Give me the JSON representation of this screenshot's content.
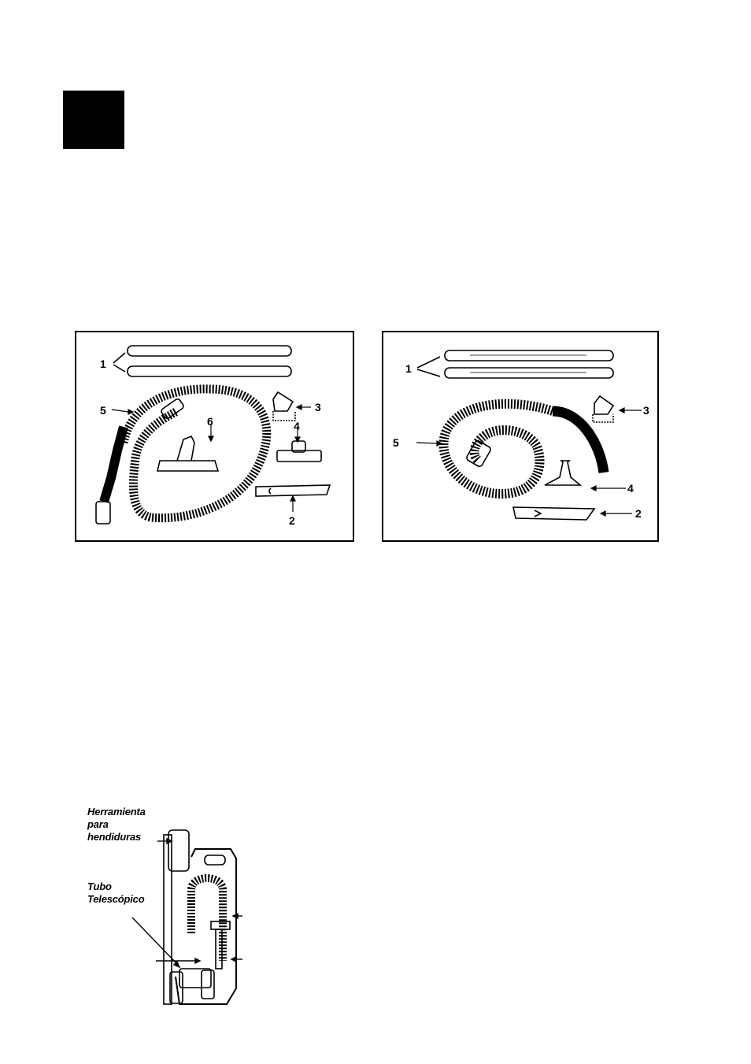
{
  "left_diagram": {
    "callouts": {
      "wands": "1",
      "crevice_tool": "2",
      "dusting_brush": "3",
      "upholstery_tool": "4",
      "hose": "5",
      "floor_tool": "6"
    }
  },
  "right_diagram": {
    "callouts": {
      "wands": "1",
      "crevice_tool": "2",
      "dusting_brush": "3",
      "upholstery_tool": "4",
      "hose": "5"
    }
  },
  "storage_diagram": {
    "crevice_label_1": "Herramienta",
    "crevice_label_2": "para",
    "crevice_label_3": "hendiduras",
    "tube_label_1": "Tubo",
    "tube_label_2": "Telescópico"
  }
}
